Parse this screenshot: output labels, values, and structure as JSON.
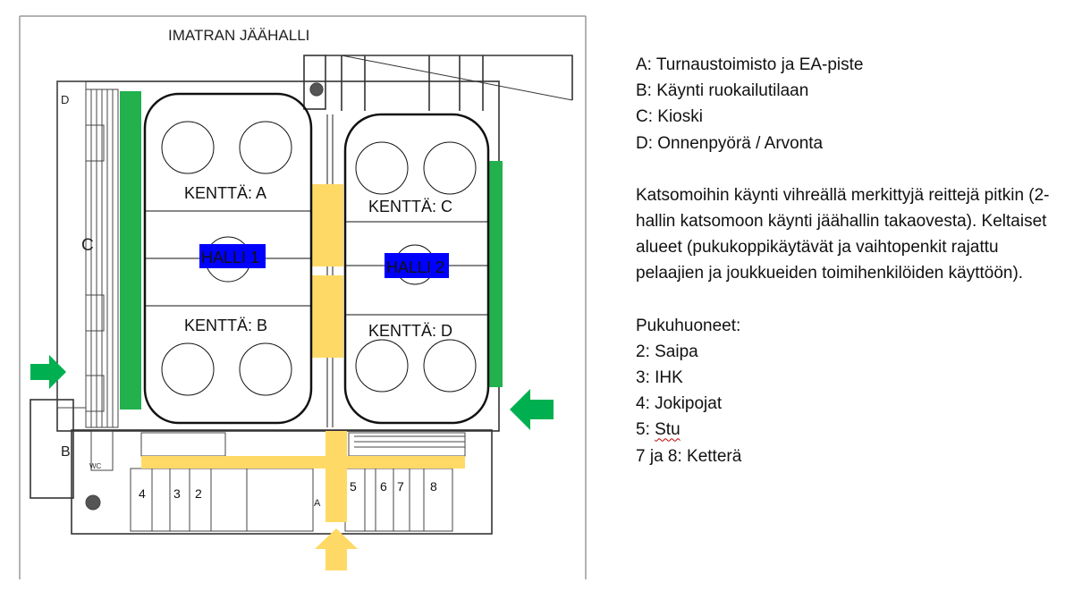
{
  "plan": {
    "title": "IMATRAN JÄÄHALLI",
    "rinks": [
      {
        "label": "KENTTÄ: A"
      },
      {
        "label": "KENTTÄ: B"
      },
      {
        "label": "KENTTÄ: C"
      },
      {
        "label": "KENTTÄ: D"
      }
    ],
    "halls": [
      {
        "label": "HALLI 1"
      },
      {
        "label": "HALLI 2"
      }
    ],
    "markers": {
      "a": "A",
      "b": "B",
      "c": "C",
      "d": "D"
    },
    "rooms": [
      "4",
      "3",
      "2",
      "5",
      "6",
      "7",
      "8"
    ],
    "wc_label": "WC",
    "colors": {
      "spectator_route": "#22b14c",
      "players_area": "#ffd966",
      "hall_badge": "#0000ff",
      "arrow_green": "#00b050",
      "arrow_yellow": "#ffd966"
    }
  },
  "legend": {
    "locations": [
      "A: Turnaustoimisto ja EA-piste",
      "B: Käynti ruokailutilaan",
      "C: Kioski",
      "D: Onnenpyörä / Arvonta"
    ],
    "description": "Katsomoihin käynti vihreällä merkittyjä reittejä pitkin (2-hallin katsomoon käynti jäähallin takaovesta). Keltaiset alueet (pukukoppikäytävät ja vaihtopenkit rajattu pelaajien ja joukkueiden toimihenkilöiden käyttöön).",
    "rooms_title": "Pukuhuoneet:",
    "rooms": [
      "2: Saipa",
      "3: IHK",
      "4: Jokipojat",
      "7 ja 8: Ketterä"
    ],
    "room5_prefix": "5: ",
    "room5_name": "Stu"
  }
}
